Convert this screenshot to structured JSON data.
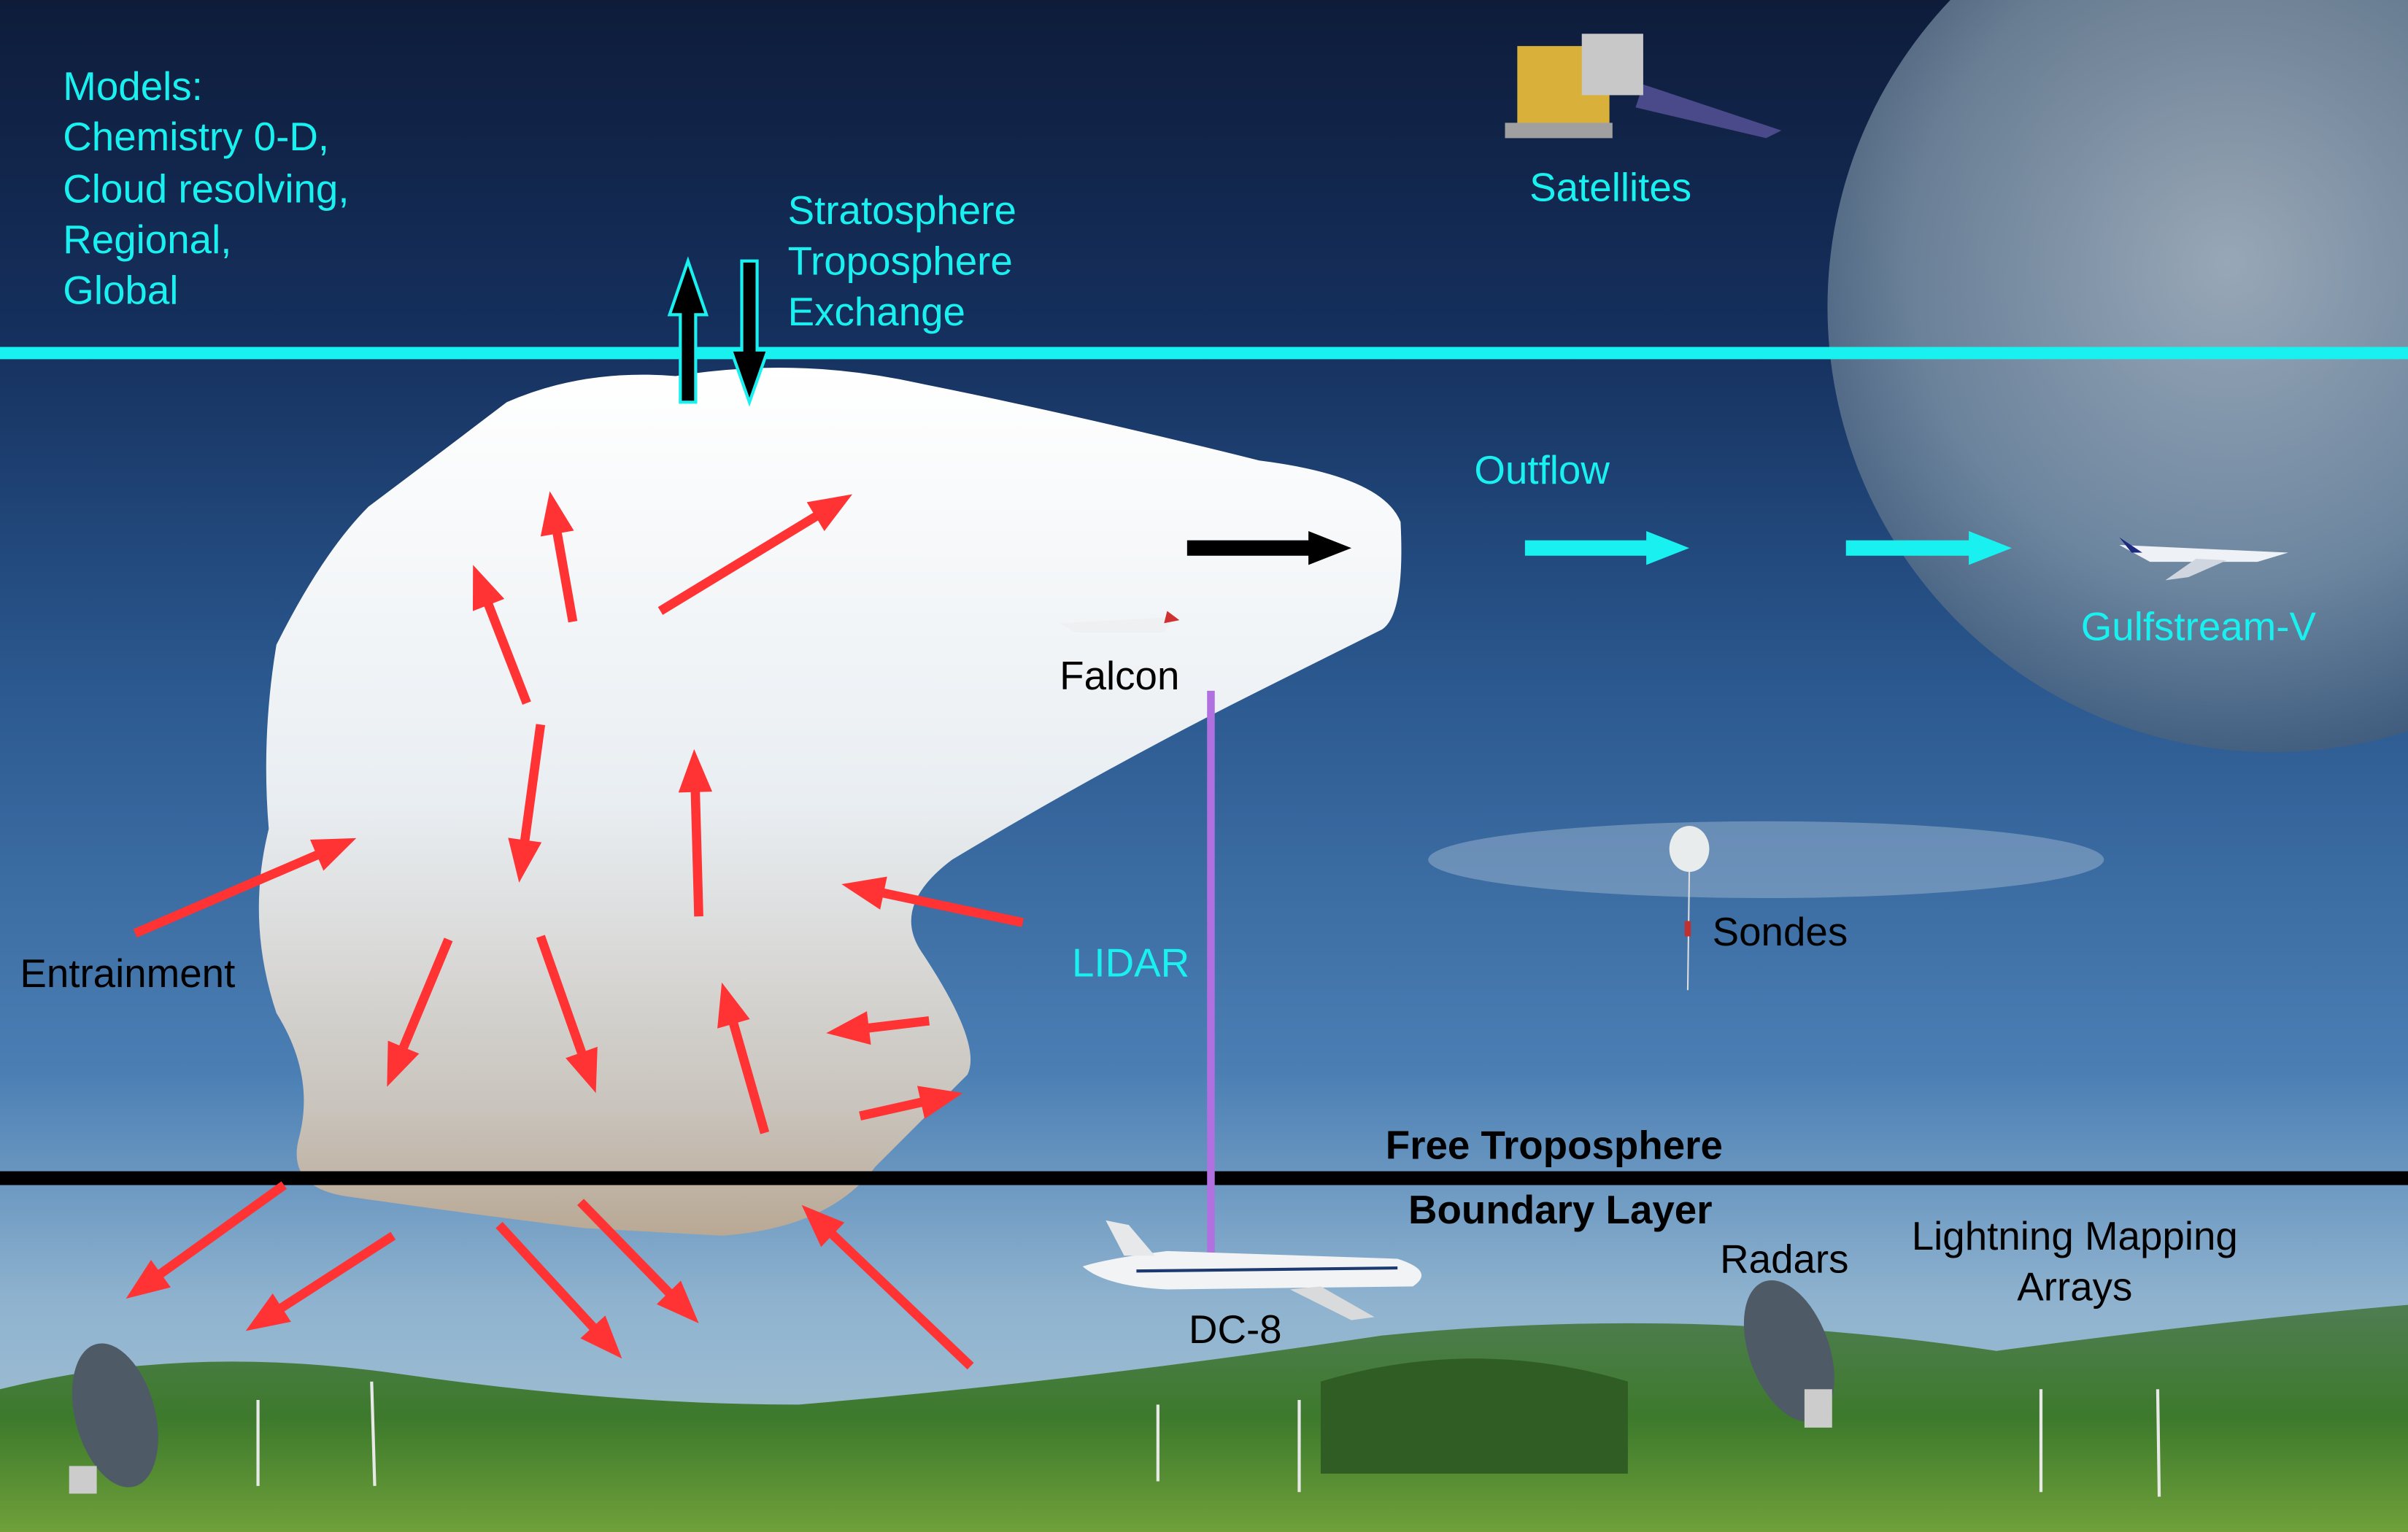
{
  "models": {
    "heading": "Models:",
    "items": [
      "Chemistry 0-D,",
      "Cloud resolving,",
      "Regional,",
      "Global"
    ]
  },
  "exchange": {
    "lines": [
      "Stratosphere",
      "Troposphere",
      "Exchange"
    ]
  },
  "labels": {
    "satellites": "Satellites",
    "outflow": "Outflow",
    "gulfstream": "Gulfstream-V",
    "falcon": "Falcon",
    "lidar": "LIDAR",
    "sondes": "Sondes",
    "entrainment": "Entrainment",
    "free_troposphere": "Free Troposphere",
    "boundary_layer": "Boundary Layer",
    "radars": "Radars",
    "lightning_line1": "Lightning Mapping",
    "lightning_line2": "Arrays",
    "dc8": "DC-8"
  },
  "colors": {
    "tropopause_line": "#19f0f0",
    "boundary_line": "#000000",
    "entrainment_arrows": "#ff3333",
    "outflow_arrows": "#19f0f0",
    "lidar_beam": "#b070e0"
  }
}
